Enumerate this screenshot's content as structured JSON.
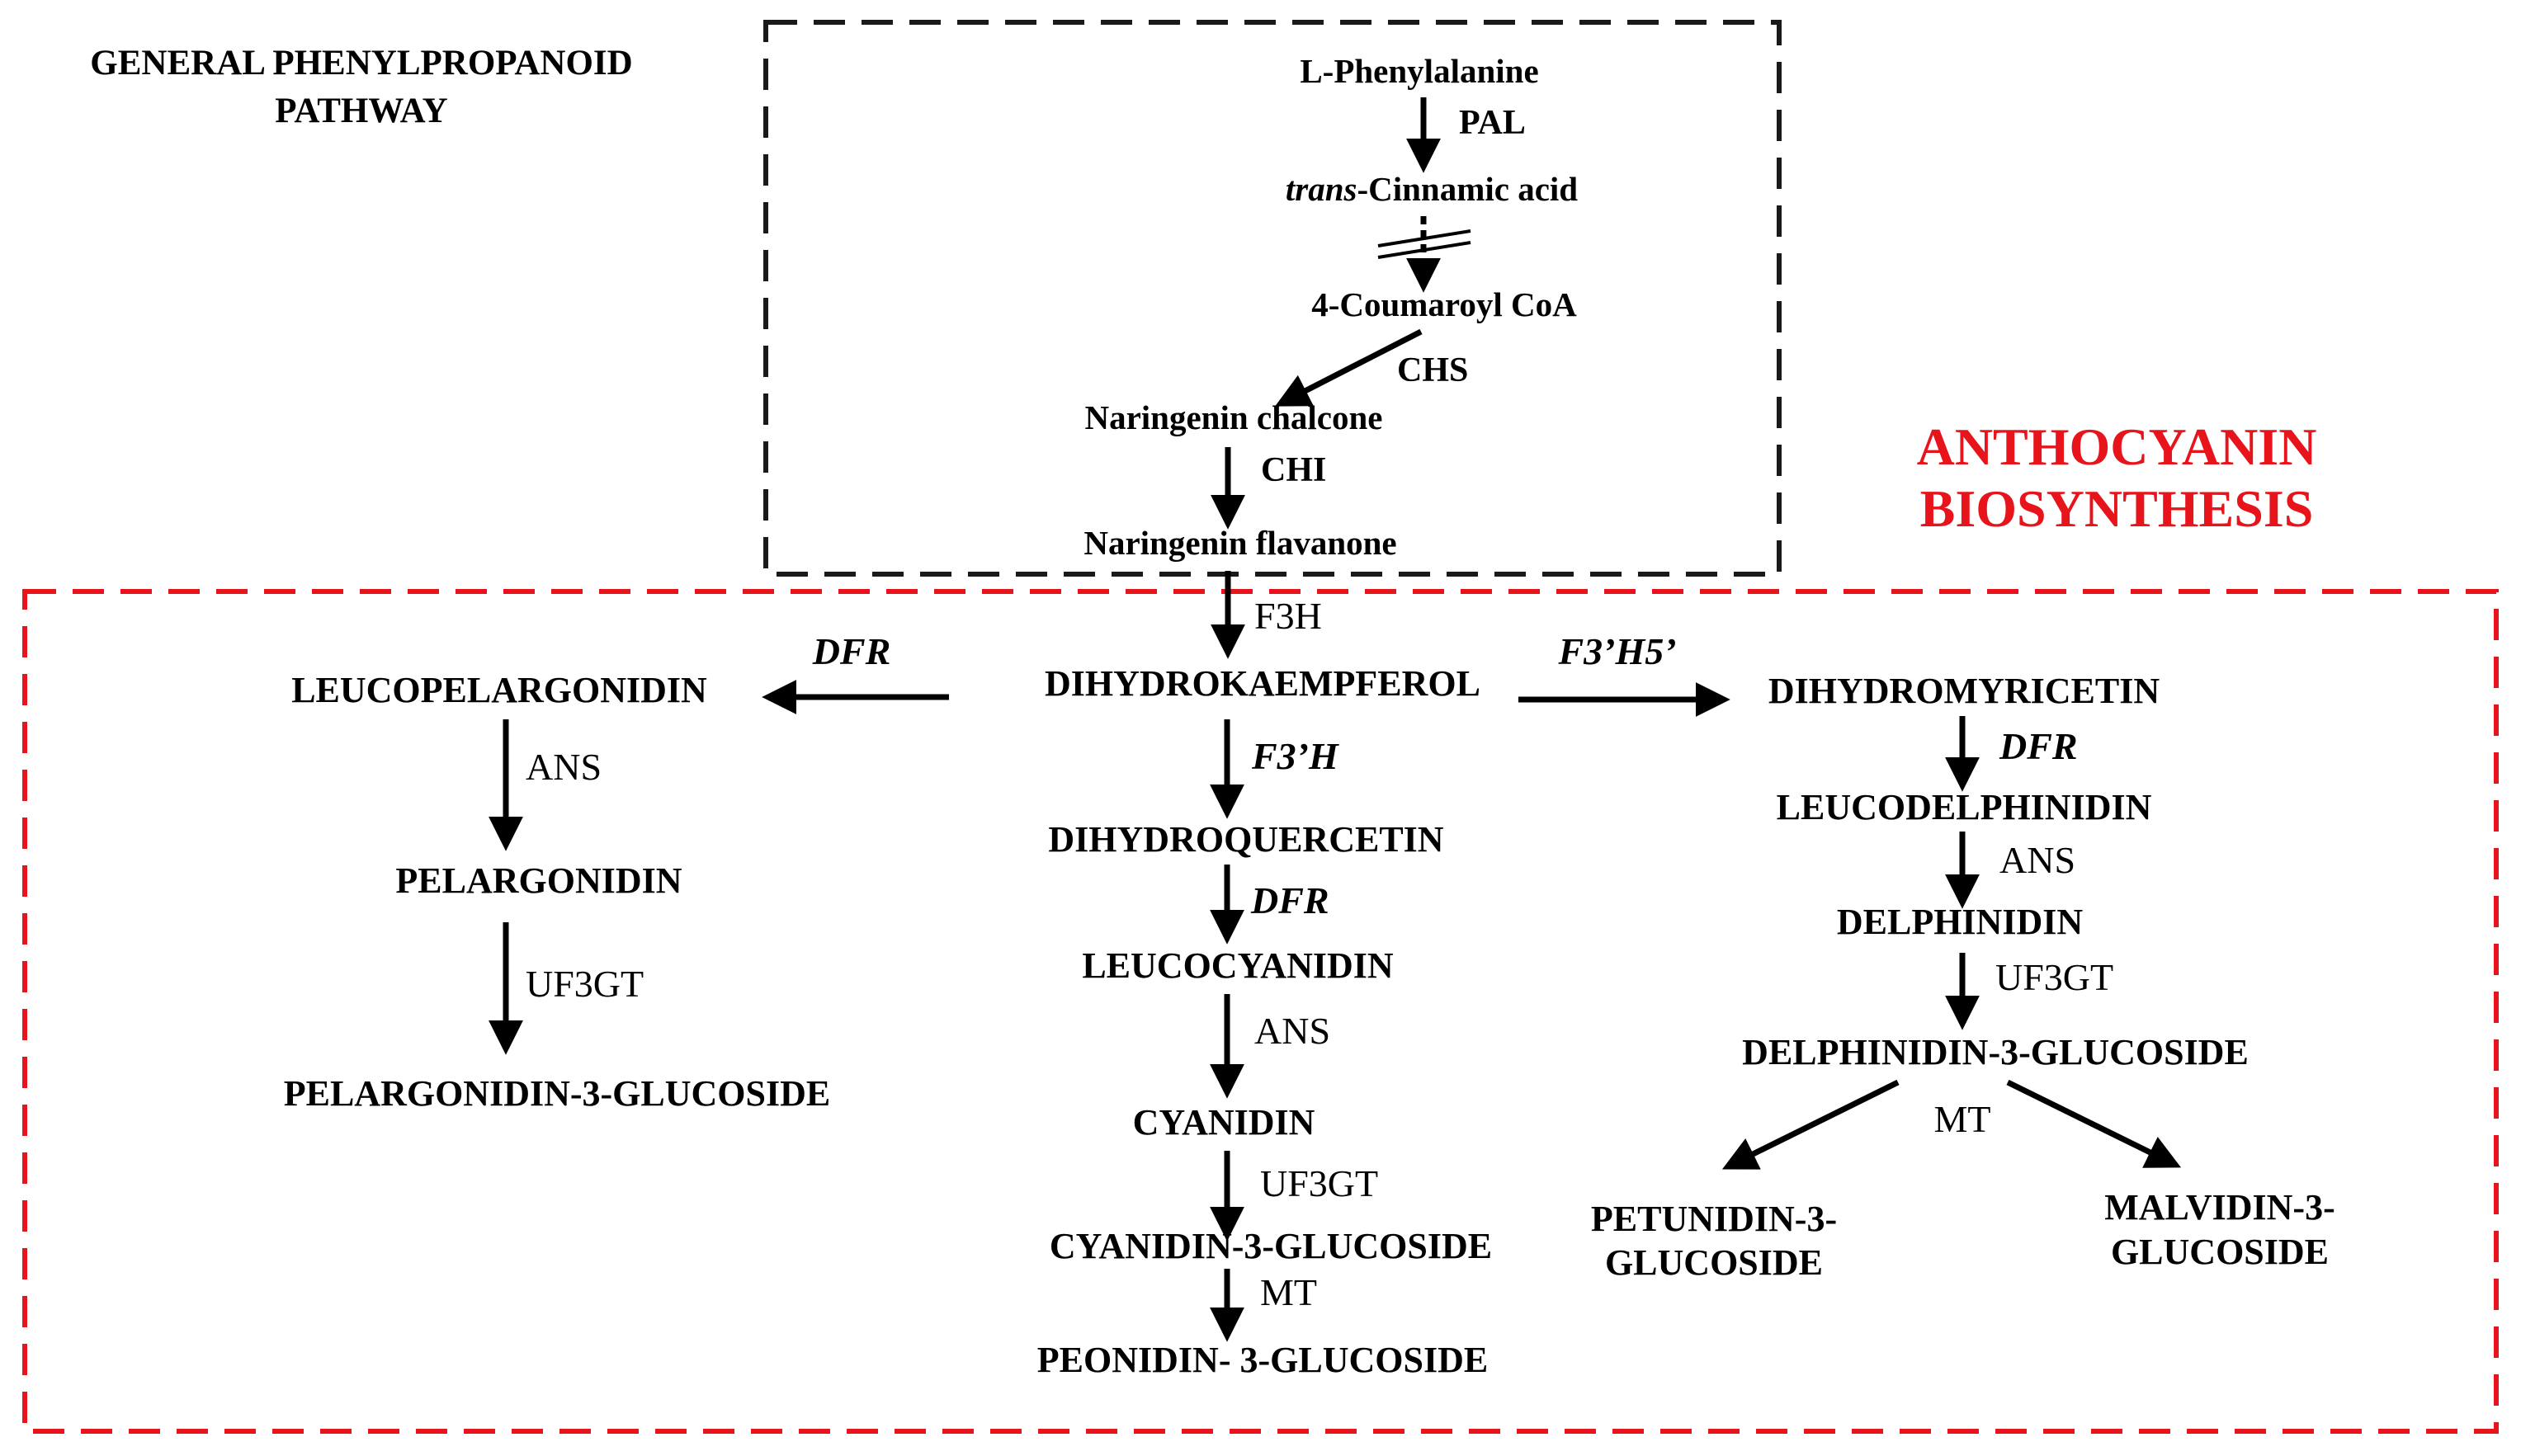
{
  "colors": {
    "black": "#000000",
    "box_black": "#1a1a1a",
    "box_red": "#e8141c",
    "pelargonidin_glc": "#f27d1b",
    "cyanidin_glc": "#ee1320",
    "peonidin_glc": "#ec14c8",
    "delphinidin_glc": "#1583d0",
    "petunidin_glc": "#d678d8",
    "malvidin_glc": "#7a3fbf",
    "mt_blue": "#1f3f7a",
    "anthocyanin_title": "#e8141c"
  },
  "sections": {
    "general_line1": "GENERAL PHENYLPROPANOID",
    "general_line2": "PATHWAY",
    "anthocyanin_line1": "ANTHOCYANIN",
    "anthocyanin_line2": "BIOSYNTHESIS"
  },
  "nodes": {
    "l_phenylalanine": "L-Phenylalanine",
    "cinnamic_prefix": "trans",
    "cinnamic_rest": "-Cinnamic acid",
    "coumaroyl": "4-Coumaroyl CoA",
    "naringenin_chalcone": "Naringenin chalcone",
    "naringenin_flavanone": "Naringenin flavanone",
    "dihydrokaempferol": "DIHYDROKAEMPFEROL",
    "leucopelargonidin": "LEUCOPELARGONIDIN",
    "pelargonidin": "PELARGONIDIN",
    "pelargonidin_glc": "PELARGONIDIN-3-GLUCOSIDE",
    "dihydroquercetin": "DIHYDROQUERCETIN",
    "leucocyanidin": "LEUCOCYANIDIN",
    "cyanidin": "CYANIDIN",
    "cyanidin_glc": "CYANIDIN-3-GLUCOSIDE",
    "peonidin_glc": "PEONIDIN- 3-GLUCOSIDE",
    "dihydromyricetin": "DIHYDROMYRICETIN",
    "leucodelphinidin": "LEUCODELPHINIDIN",
    "delphinidin": "DELPHINIDIN",
    "delphinidin_glc": "DELPHINIDIN-3-GLUCOSIDE",
    "petunidin_line1": "PETUNIDIN-3-",
    "petunidin_line2": "GLUCOSIDE",
    "malvidin_line1": "MALVIDIN-3-",
    "malvidin_line2": "GLUCOSIDE"
  },
  "enzymes": {
    "pal": "PAL",
    "chs": "CHS",
    "chi": "CHI",
    "f3h": "F3H",
    "dfr_left": "DFR",
    "ans_left": "ANS",
    "uf3gt_left": "UF3GT",
    "f3prime_h": "F3’H",
    "dfr_mid": "DFR",
    "ans_mid": "ANS",
    "uf3gt_mid": "UF3GT",
    "mt_mid": "MT",
    "f3prime_h5prime": "F3’H5’",
    "dfr_right": "DFR",
    "ans_right": "ANS",
    "uf3gt_right": "UF3GT",
    "mt_right": "MT"
  }
}
